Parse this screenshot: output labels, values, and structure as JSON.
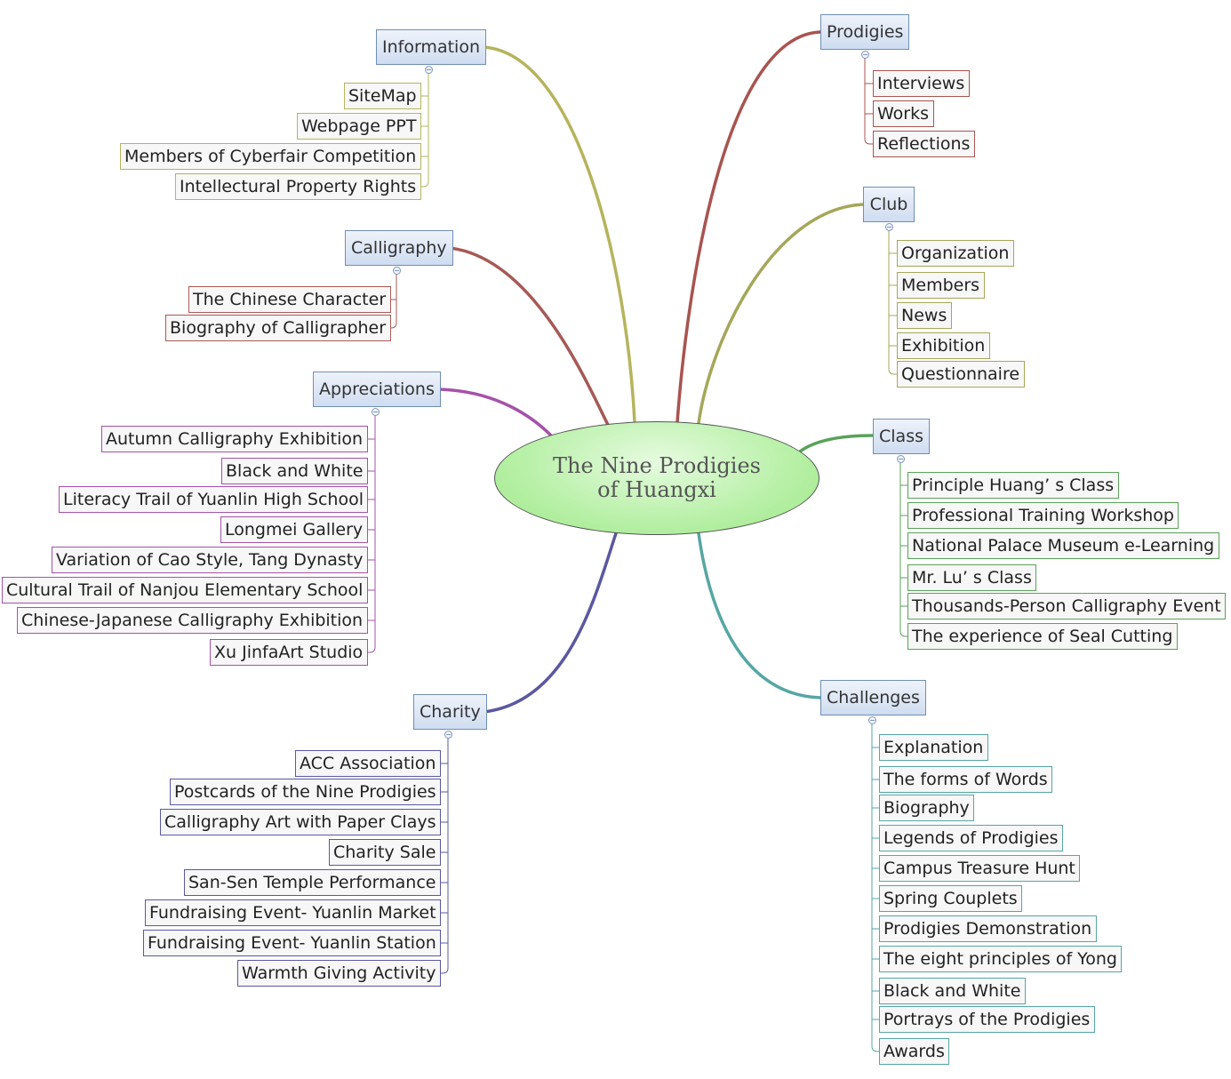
{
  "central": {
    "line1": "The Nine Prodigies",
    "line2": "of Huangxi"
  },
  "colors": {
    "information": "#b6b45c",
    "prodigies": "#a8544f",
    "club": "#a5a759",
    "calligraphy": "#a65a55",
    "appreciations": "#a452a9",
    "class": "#5aa25a",
    "charity": "#5a58a0",
    "challenges": "#56a6a4"
  },
  "branches": {
    "information": {
      "label": "Information",
      "items": [
        "SiteMap",
        "Webpage PPT",
        "Members of Cyberfair Competition",
        "Intellectural Property Rights"
      ]
    },
    "prodigies": {
      "label": "Prodigies",
      "items": [
        "Interviews",
        "Works",
        "Reflections"
      ]
    },
    "club": {
      "label": "Club",
      "items": [
        "Organization",
        "Members",
        "News",
        "Exhibition",
        "Questionnaire"
      ]
    },
    "calligraphy": {
      "label": "Calligraphy",
      "items": [
        "The Chinese Character",
        "Biography of Calligrapher"
      ]
    },
    "appreciations": {
      "label": "Appreciations",
      "items": [
        "Autumn Calligraphy Exhibition",
        "Black and White",
        "Literacy Trail of Yuanlin High School",
        "Longmei Gallery",
        "Variation of Cao Style, Tang Dynasty",
        "Cultural Trail of Nanjou Elementary School",
        "Chinese-Japanese Calligraphy Exhibition",
        "Xu JinfaArt Studio"
      ]
    },
    "class": {
      "label": "Class",
      "items": [
        "Principle Huang’ s Class",
        "Professional Training Workshop",
        "National Palace Museum e-Learning",
        "Mr. Lu’ s Class",
        "Thousands-Person Calligraphy Event",
        "The experience of Seal Cutting"
      ]
    },
    "charity": {
      "label": "Charity",
      "items": [
        "ACC Association",
        "Postcards of the Nine Prodigies",
        "Calligraphy Art with Paper Clays",
        "Charity Sale",
        "San-Sen Temple Performance",
        "Fundraising Event- Yuanlin Market",
        "Fundraising Event- Yuanlin Station",
        "Warmth Giving Activity"
      ]
    },
    "challenges": {
      "label": "Challenges",
      "items": [
        "Explanation",
        "The forms of Words",
        "Biography",
        "Legends of Prodigies",
        "Campus Treasure Hunt",
        "Spring Couplets",
        "Prodigies Demonstration",
        "The eight principles of Yong",
        "Black and White",
        "Portrays of the Prodigies",
        "Awards"
      ]
    }
  }
}
